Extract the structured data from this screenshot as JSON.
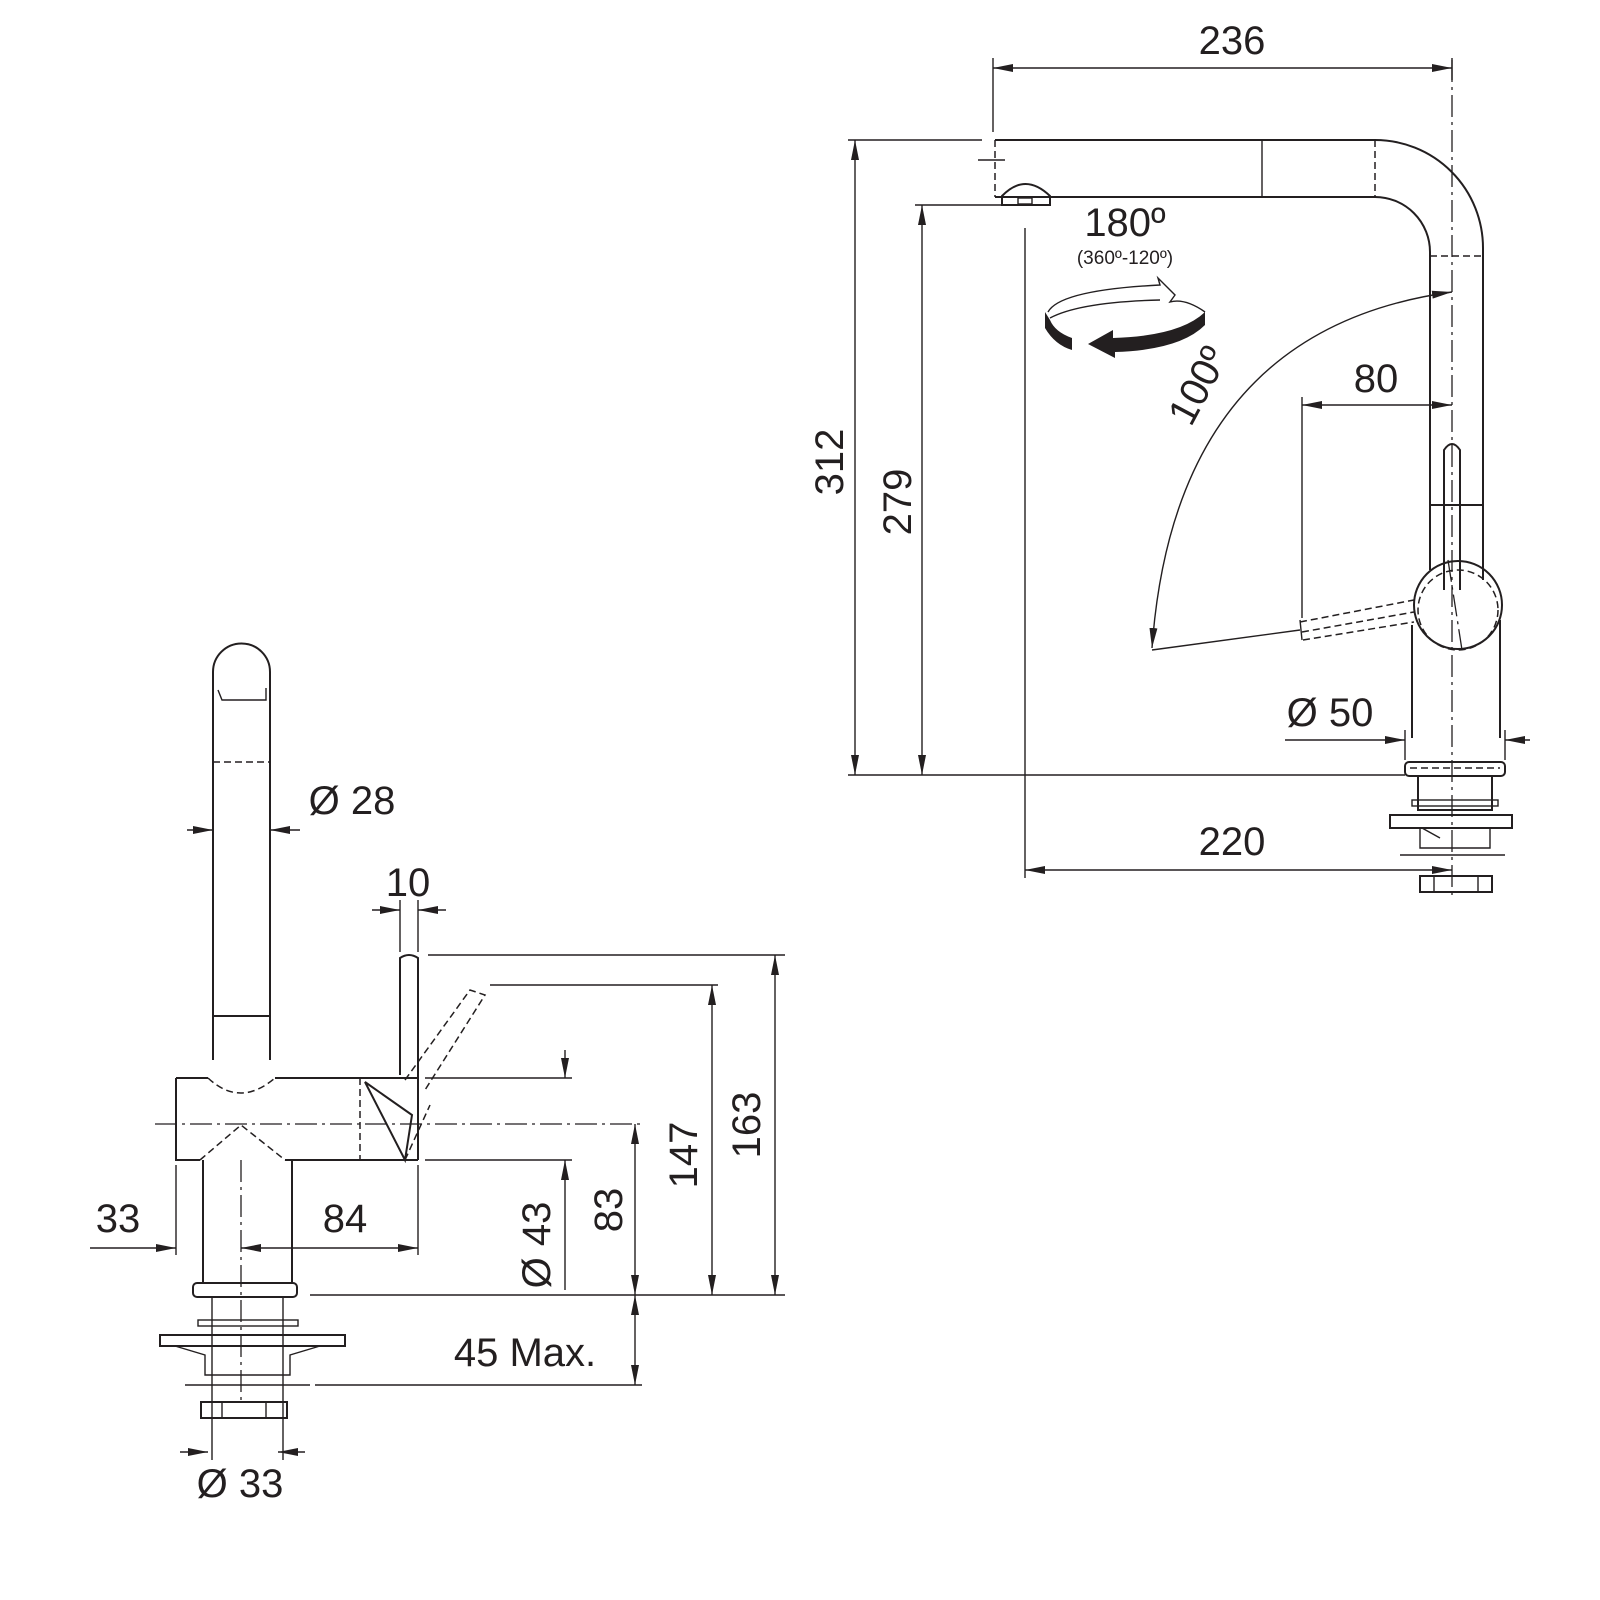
{
  "drawing": {
    "colors": {
      "line": "#231f20",
      "background": "#ffffff"
    },
    "front_view": {
      "dim_spout_diameter": "Ø 28",
      "dim_lever_width": "10",
      "dim_total_height": "163",
      "dim_lever_height": "147",
      "dim_body_height": "83",
      "dim_body_diameter": "Ø 43",
      "dim_left_offset": "33",
      "dim_lever_offset": "84",
      "dim_mount_thickness": "45 Max.",
      "dim_shank_diameter": "Ø 33"
    },
    "side_view": {
      "dim_spout_reach": "236",
      "dim_total_height": "312",
      "dim_outlet_height": "279",
      "dim_outlet_reach": "220",
      "dim_lever_reach": "80",
      "dim_base_diameter": "Ø 50",
      "swivel_angle": "180º",
      "swivel_range": "(360º-120º)",
      "lever_angle": "100º",
      "icons": [
        "rotation-arrow-icon"
      ]
    }
  }
}
